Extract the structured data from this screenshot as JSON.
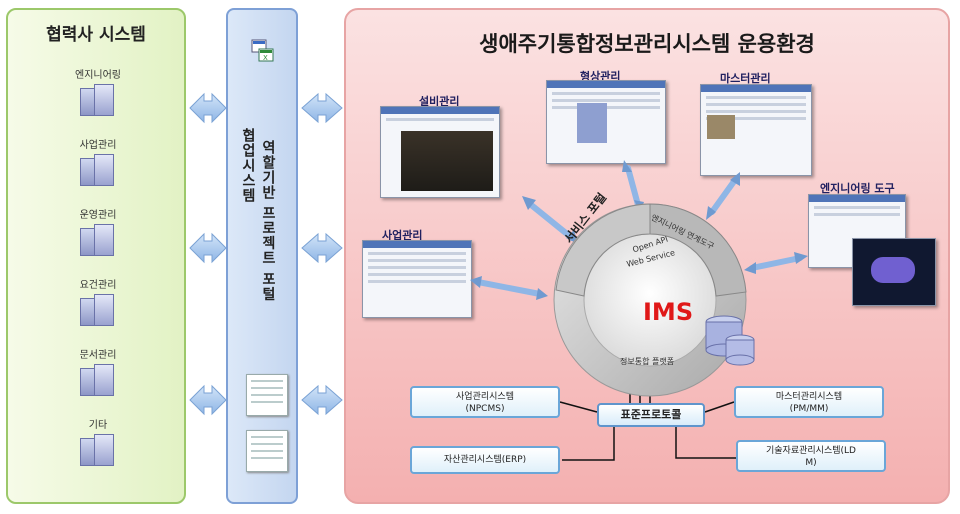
{
  "partner": {
    "title": "협력사 시스템",
    "items": [
      "엔지니어링",
      "사업관리",
      "운영관리",
      "요건관리",
      "문서관리",
      "기타"
    ]
  },
  "portal": {
    "text_col1": "역할기반 프로젝트 포털",
    "text_col2": "협업시스템"
  },
  "main": {
    "title": "생애주기통합정보관리시스템 운용환경",
    "modules": {
      "facility": "설비관리",
      "image": "형상관리",
      "master": "마스터관리",
      "engineering_tool": "엔지니어링 도구",
      "business": "사업관리"
    },
    "ims": {
      "center": "IMS",
      "ring_left": "서비스 포털",
      "ring_right": "엔지니어링 연계도구",
      "inner_top_1": "Open API",
      "inner_top_2": "Web Service",
      "bottom": "정보통합 플랫폼"
    },
    "protocol": "표준프로토콜",
    "systems": {
      "npcms_1": "사업관리시스템",
      "npcms_2": "(NPCMS)",
      "erp": "자산관리시스템(ERP)",
      "pmmm_1": "마스터관리시스템",
      "pmmm_2": "(PM/MM)",
      "ldm_1": "기술자료관리시스템(LD",
      "ldm_2": "M)"
    }
  },
  "colors": {
    "partner_bg": "#e2f2c4",
    "portal_bg": "#c4d6f0",
    "main_bg": "#f4b0b0",
    "ims_text": "#e01818",
    "arrow": "#8fb6e6"
  }
}
